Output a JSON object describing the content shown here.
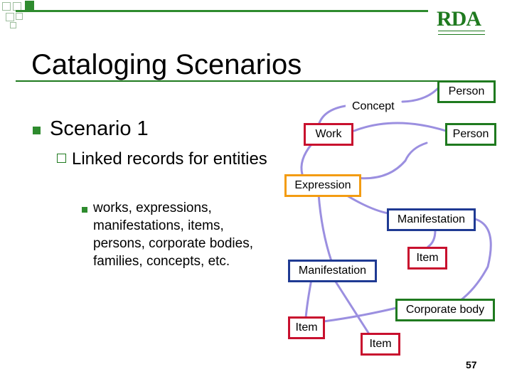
{
  "logo": {
    "text": "RDA"
  },
  "title": "Cataloging Scenarios",
  "bullets": {
    "level1": "Scenario 1",
    "level2": "Linked records for entities",
    "level3": "works, expressions, manifestations, items, persons, corporate bodies, families, concepts, etc."
  },
  "diagram": {
    "nodes": {
      "concept": "Concept",
      "person_top": "Person",
      "work": "Work",
      "person": "Person",
      "expression": "Expression",
      "manifestation_right": "Manifestation",
      "item_right": "Item",
      "manifestation_left": "Manifestation",
      "corporate_body": "Corporate body",
      "item_left": "Item",
      "item_bottom": "Item"
    },
    "colors": {
      "work": "#c8102e",
      "person": "#1f7a1f",
      "expression": "#f39c12",
      "manifestation": "#1f3a93",
      "item": "#c8102e",
      "corporate_body": "#1f7a1f",
      "links": "#9b8fe0"
    }
  },
  "page_number": "57"
}
